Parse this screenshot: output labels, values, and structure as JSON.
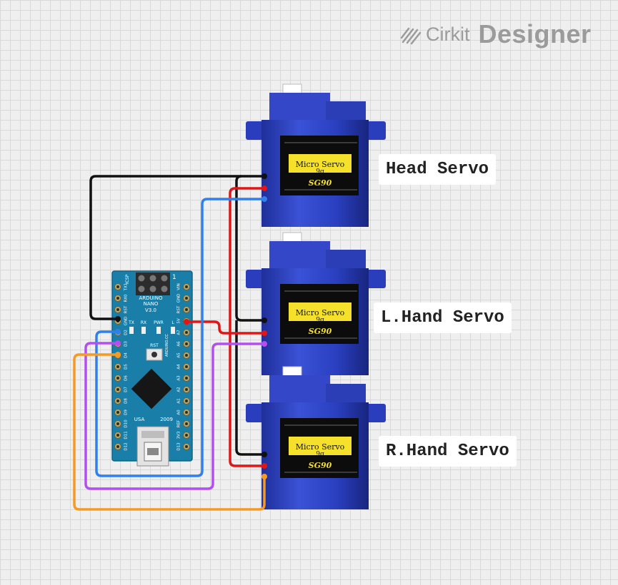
{
  "watermark": {
    "brand": "Cirkit",
    "product": "Designer"
  },
  "servos": [
    {
      "label": "Head Servo",
      "body_text": "Micro Servo",
      "weight": "9g",
      "model": "SG90"
    },
    {
      "label": "L.Hand Servo",
      "body_text": "Micro Servo",
      "weight": "9g",
      "model": "SG90"
    },
    {
      "label": "R.Hand Servo",
      "body_text": "Micro Servo",
      "weight": "9g",
      "model": "SG90"
    }
  ],
  "board": {
    "title_lines": [
      "ARDUINO",
      "NANO",
      "V3.0"
    ],
    "icsp": "ICSP",
    "icsp_pin": "1",
    "leds": [
      "TX",
      "RX",
      "PWR",
      "L"
    ],
    "reset": "RST",
    "usa": "USA",
    "year": "2009",
    "site": "ARDUINO.CC",
    "left_pins": [
      "TX1",
      "RX0",
      "RST",
      "GND",
      "D2",
      "D3",
      "D4",
      "D5",
      "D6",
      "D7",
      "D8",
      "D9",
      "D10",
      "D11",
      "D12"
    ],
    "right_pins": [
      "VIN",
      "GND",
      "RST",
      "5V",
      "A7",
      "A6",
      "A5",
      "A4",
      "A3",
      "A2",
      "A1",
      "A0",
      "REF",
      "3V3",
      "D13"
    ]
  },
  "wire_colors": {
    "ground": "#111111",
    "power": "#e01515",
    "head_signal": "#2f80ed",
    "lhand_signal": "#b44ef0",
    "rhand_signal": "#f59a23"
  }
}
